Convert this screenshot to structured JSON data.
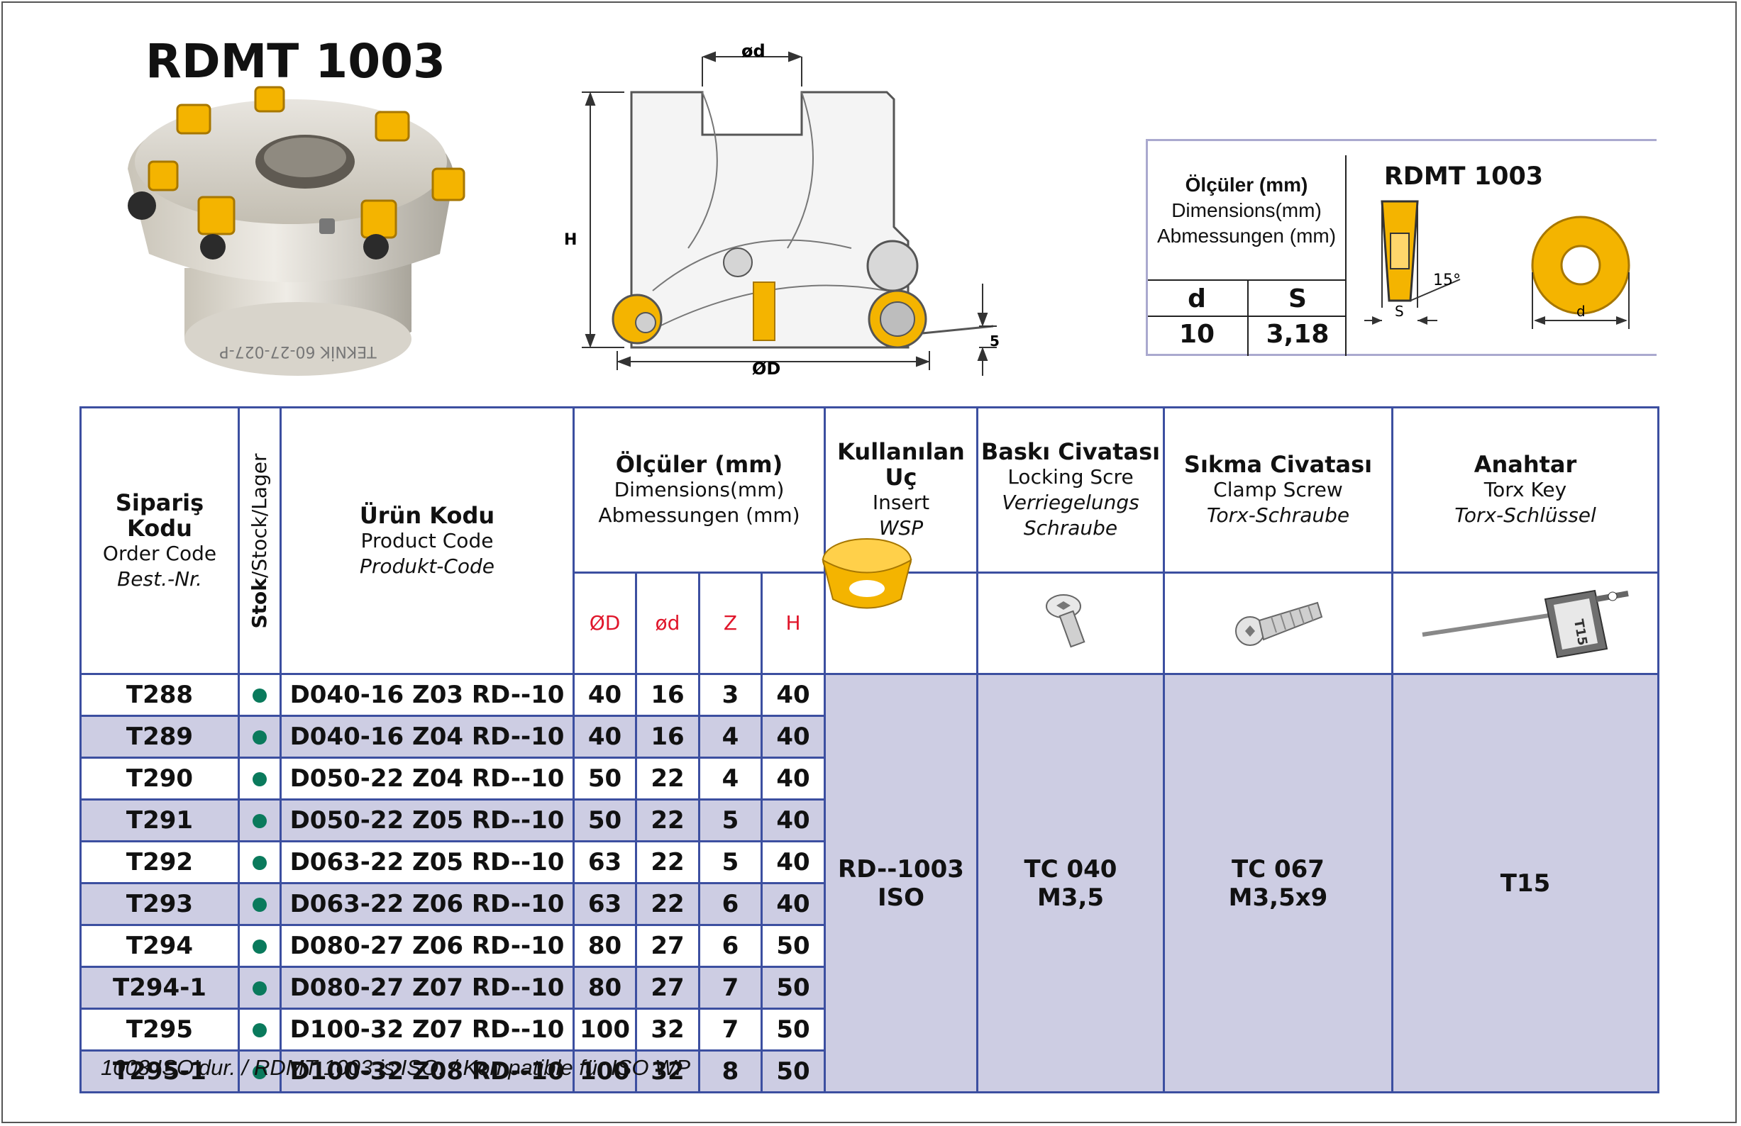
{
  "title": "RDMT 1003",
  "drawing": {
    "od": "ød",
    "H": "H",
    "OD": "ØD",
    "five": "5"
  },
  "dimbox": {
    "hdr_tr": "Ölçüler (mm)",
    "hdr_en": "Dimensions(mm)",
    "hdr_de": "Abmessungen (mm)",
    "col_d": "d",
    "col_s": "S",
    "val_d": "10",
    "val_s": "3,18",
    "insert_title": "RDMT 1003",
    "angle": "15°",
    "label_s": "S",
    "label_d": "d"
  },
  "table": {
    "h_order_tr": "Sipariş Kodu",
    "h_order_en": "Order Code",
    "h_order_de": "Best.-Nr.",
    "h_stock_a": "Stok",
    "h_stock_b": "/Stock/Lager",
    "h_prod_tr": "Ürün Kodu",
    "h_prod_en": "Product Code",
    "h_prod_de": "Produkt-Code",
    "h_dim_tr": "Ölçüler (mm)",
    "h_dim_en": "Dimensions(mm)",
    "h_dim_de": "Abmessungen (mm)",
    "h_insert_tr1": "Kullanılan",
    "h_insert_tr2": "Uç",
    "h_insert_en": "Insert",
    "h_insert_de": "WSP",
    "h_lock_tr": "Baskı Civatası",
    "h_lock_en": "Locking Scre",
    "h_lock_de1": "Verriegelungs",
    "h_lock_de2": "Schraube",
    "h_clamp_tr": "Sıkma Civatası",
    "h_clamp_en": "Clamp Screw",
    "h_clamp_de": "Torx-Schraube",
    "h_key_tr": "Anahtar",
    "h_key_en": "Torx Key",
    "h_key_de": "Torx-Schlüssel",
    "col_OD": "ØD",
    "col_od": "ød",
    "col_Z": "Z",
    "col_H": "H",
    "key_tag": "T15",
    "rows": [
      {
        "order": "T288",
        "product": "D040-16 Z03 RD--10",
        "OD": "40",
        "od": "16",
        "Z": "3",
        "H": "40"
      },
      {
        "order": "T289",
        "product": "D040-16 Z04 RD--10",
        "OD": "40",
        "od": "16",
        "Z": "4",
        "H": "40"
      },
      {
        "order": "T290",
        "product": "D050-22 Z04 RD--10",
        "OD": "50",
        "od": "22",
        "Z": "4",
        "H": "40"
      },
      {
        "order": "T291",
        "product": "D050-22 Z05 RD--10",
        "OD": "50",
        "od": "22",
        "Z": "5",
        "H": "40"
      },
      {
        "order": "T292",
        "product": "D063-22 Z05 RD--10",
        "OD": "63",
        "od": "22",
        "Z": "5",
        "H": "40"
      },
      {
        "order": "T293",
        "product": "D063-22 Z06 RD--10",
        "OD": "63",
        "od": "22",
        "Z": "6",
        "H": "40"
      },
      {
        "order": "T294",
        "product": "D080-27 Z06 RD--10",
        "OD": "80",
        "od": "27",
        "Z": "6",
        "H": "50"
      },
      {
        "order": "T294-1",
        "product": "D080-27 Z07 RD--10",
        "OD": "80",
        "od": "27",
        "Z": "7",
        "H": "50"
      },
      {
        "order": "T295",
        "product": "D100-32 Z07 RD--10",
        "OD": "100",
        "od": "32",
        "Z": "7",
        "H": "50"
      },
      {
        "order": "T295-1",
        "product": "D100-32 Z08 RD--10",
        "OD": "100",
        "od": "32",
        "Z": "8",
        "H": "50"
      }
    ],
    "insert_l1": "RD--1003",
    "insert_l2": "ISO",
    "lock_l1": "TC 040",
    "lock_l2": "M3,5",
    "clamp_l1": "TC 067",
    "clamp_l2": "M3,5x9",
    "key_val": "T15"
  },
  "footer": "1003 ISO’dur. / RDMT 1003 is ISO. / Kompatible für ISO WP",
  "colors": {
    "accent_red": "#e0162b",
    "table_border": "#3c4fa0",
    "row_fill": "#cdcde3",
    "insert_gold": "#f4b400",
    "stock_dot": "#0a7a5c"
  }
}
